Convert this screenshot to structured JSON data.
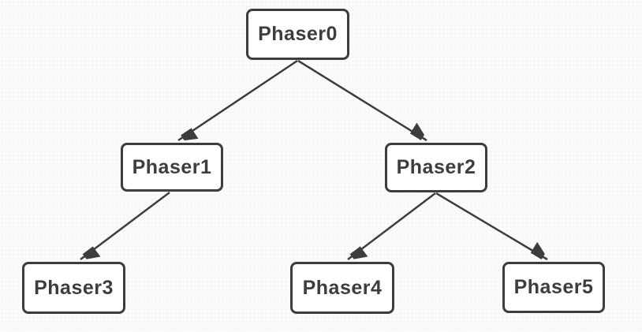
{
  "diagram": {
    "type": "tree",
    "nodes": [
      {
        "id": "phaser0",
        "label": "Phaser0"
      },
      {
        "id": "phaser1",
        "label": "Phaser1"
      },
      {
        "id": "phaser2",
        "label": "Phaser2"
      },
      {
        "id": "phaser3",
        "label": "Phaser3"
      },
      {
        "id": "phaser4",
        "label": "Phaser4"
      },
      {
        "id": "phaser5",
        "label": "Phaser5"
      }
    ],
    "edges": [
      {
        "from": "Phaser0",
        "to": "Phaser1"
      },
      {
        "from": "Phaser0",
        "to": "Phaser2"
      },
      {
        "from": "Phaser1",
        "to": "Phaser3"
      },
      {
        "from": "Phaser2",
        "to": "Phaser4"
      },
      {
        "from": "Phaser2",
        "to": "Phaser5"
      }
    ],
    "colors": {
      "node_fill": "#ffffff",
      "node_border": "#3d3d3d",
      "label_text": "#3d3d3d",
      "edge_stroke": "#3d3d3d",
      "background": "#fbfbfb"
    }
  }
}
